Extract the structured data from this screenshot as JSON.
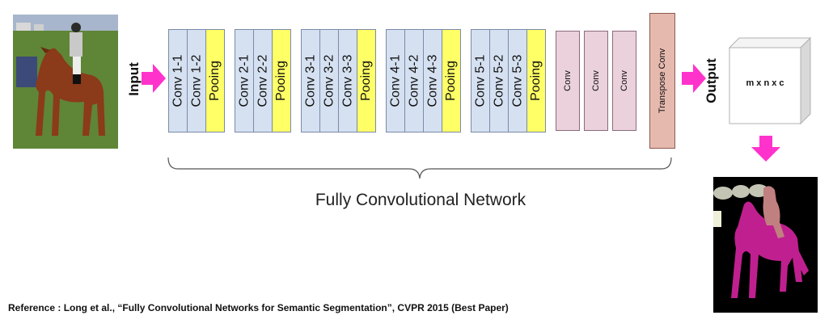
{
  "input_label": "Input",
  "output_label": "Output",
  "blocks": [
    {
      "layers": [
        "Conv 1-1",
        "Conv 1-2"
      ],
      "pool": "Pooing"
    },
    {
      "layers": [
        "Conv 2-1",
        "Conv 2-2"
      ],
      "pool": "Pooing"
    },
    {
      "layers": [
        "Conv 3-1",
        "Conv 3-2",
        "Conv 3-3"
      ],
      "pool": "Pooing"
    },
    {
      "layers": [
        "Conv 4-1",
        "Conv 4-2",
        "Conv 4-3"
      ],
      "pool": "Pooing"
    },
    {
      "layers": [
        "Conv 5-1",
        "Conv 5-2",
        "Conv 5-3"
      ],
      "pool": "Pooing"
    }
  ],
  "fc_convs": [
    "Conv",
    "Conv",
    "Conv"
  ],
  "transpose_conv": "Transpose Conv",
  "output_shape": "m x n x c",
  "network_caption": "Fully Convolutional Network",
  "reference": "Reference : Long et al., “Fully Convolutional Networks for Semantic Segmentation”, CVPR 2015 (Best Paper)",
  "colors": {
    "conv": "#d5e1f1",
    "pool": "#ffff66",
    "fc_conv": "#ead1dc",
    "transpose_conv": "#e6b9af",
    "arrow": "#ff33cc",
    "seg_horse": "#c0208f",
    "seg_person": "#c08080",
    "seg_background": "#000000"
  }
}
